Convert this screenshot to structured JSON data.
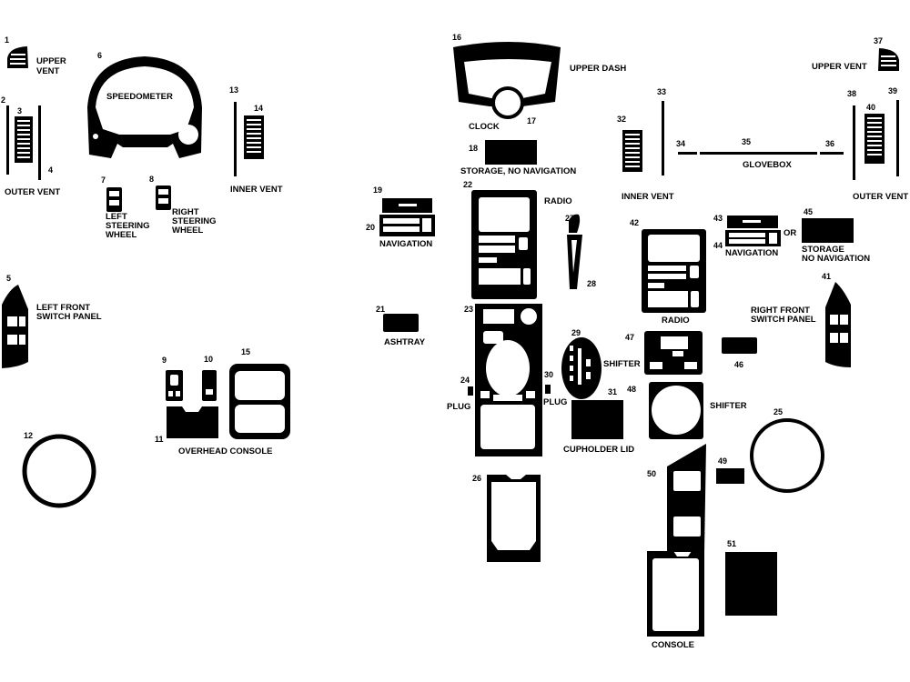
{
  "numbers": [
    "1",
    "2",
    "3",
    "4",
    "5",
    "6",
    "7",
    "8",
    "9",
    "10",
    "11",
    "12",
    "13",
    "14",
    "15",
    "16",
    "17",
    "18",
    "19",
    "20",
    "21",
    "22",
    "23",
    "24",
    "25",
    "26",
    "27",
    "28",
    "29",
    "30",
    "31",
    "32",
    "33",
    "34",
    "35",
    "36",
    "37",
    "38",
    "39",
    "40",
    "41",
    "42",
    "43",
    "44",
    "45",
    "46",
    "47",
    "48",
    "49",
    "50",
    "51"
  ],
  "labels": {
    "upper_vent_l1": "UPPER",
    "upper_vent_l2": "VENT",
    "outer_vent": "OUTER VENT",
    "speedometer": "SPEEDOMETER",
    "left_steering_1": "LEFT",
    "left_steering_2": "STEERING",
    "left_steering_3": "WHEEL",
    "right_steering_1": "RIGHT",
    "right_steering_2": "STEERING",
    "right_steering_3": "WHEEL",
    "inner_vent": "INNER VENT",
    "left_front_1": "LEFT FRONT",
    "left_front_2": "SWITCH PANEL",
    "overhead_console": "OVERHEAD CONSOLE",
    "upper_dash": "UPPER DASH",
    "clock": "CLOCK",
    "storage_no_nav": "STORAGE, NO NAVIGATION",
    "radio": "RADIO",
    "navigation": "NAVIGATION",
    "ashtray": "ASHTRAY",
    "plug": "PLUG",
    "shifter": "SHIFTER",
    "cupholder_lid": "CUPHOLDER LID",
    "inner_vent_r": "INNER VENT",
    "glovebox": "GLOVEBOX",
    "upper_vent_r": "UPPER VENT",
    "outer_vent_r": "OUTER VENT",
    "radio_r": "RADIO",
    "navigation_r": "NAVIGATION",
    "or": "OR",
    "storage_1": "STORAGE",
    "storage_2": "NO NAVIGATION",
    "right_front_1": "RIGHT FRONT",
    "right_front_2": "SWITCH PANEL",
    "shifter_r": "SHIFTER",
    "console": "CONSOLE"
  }
}
